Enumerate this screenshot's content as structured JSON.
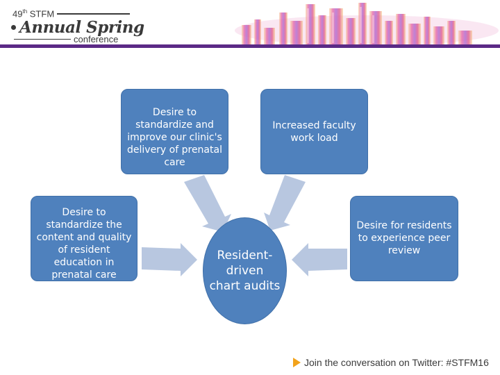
{
  "header": {
    "logo": {
      "edition_number": "49",
      "edition_suffix": "th",
      "org": "STFM",
      "title_word1": "Annual",
      "title_word2": "Spring",
      "subtitle": "conference"
    },
    "accent_color": "#5b2a86"
  },
  "diagram": {
    "center": {
      "label": "Resident-driven chart audits"
    },
    "inputs": [
      {
        "id": "standardize-care",
        "label": "Desire to standardize and improve our clinic's delivery of prenatal care"
      },
      {
        "id": "faculty-workload",
        "label": "Increased faculty work load"
      },
      {
        "id": "resident-education",
        "label": "Desire to standardize the content and quality of resident education in prenatal care"
      },
      {
        "id": "peer-review",
        "label": "Desire for residents to experience peer review"
      }
    ],
    "box_color": "#4f81bd",
    "arrow_color": "#b8c7e0"
  },
  "footer": {
    "text": "Join the conversation on Twitter: #STFM16",
    "icon": "play-icon"
  }
}
